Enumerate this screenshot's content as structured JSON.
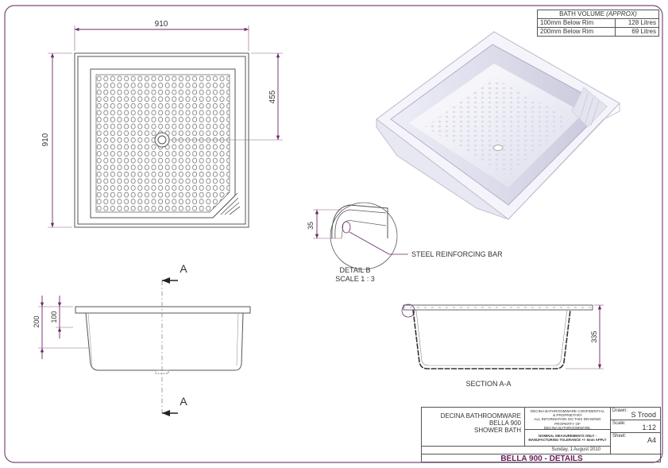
{
  "dimensions": {
    "top_width": "910",
    "left_height": "910",
    "right_half": "455",
    "side_200": "200",
    "side_100": "100",
    "detail_35": "35",
    "section_335": "335"
  },
  "section_markers": {
    "top": "A",
    "bottom": "A"
  },
  "detail": {
    "label": "DETAIL B",
    "scale": "SCALE 1 : 3",
    "callout": "STEEL REINFORCING BAR"
  },
  "section_label": "SECTION A-A",
  "volume_table": {
    "header": "BATH VOLUME",
    "header_approx": "(APPROX)",
    "rows": [
      {
        "label": "100mm Below Rim",
        "value": "128 Litres"
      },
      {
        "label": "200mm Below Rim",
        "value": "69 Litres"
      }
    ]
  },
  "title_block": {
    "company_lines": [
      "DECINA BATHROOMWARE",
      "BELLA 900",
      "SHOWER BATH"
    ],
    "confidential_lines": [
      "DECINA BATHROOMWARE CONFIDENTIAL",
      "& PROPRIETARY",
      "ALL INFORMATION ON THIS DRAWING",
      "PROPERTY OF",
      "DECINA BATHROOMWARE."
    ],
    "tolerance_lines": [
      "NOMINAL MEASUREMENTS ONLY -",
      "MANUFACTURING TOLERANCE +/- 5mm APPLY"
    ],
    "drawn_key": "Drawn:",
    "drawn_value": "S Trood",
    "scale_key": "Scale:",
    "scale_value": "1:12",
    "sheet_key": "Sheet:",
    "sheet_value": "A4",
    "date": "Sunday, 1 August 2010",
    "title": "BELLA 900 - DETAILS"
  },
  "colors": {
    "dimension": "#6a2a6a",
    "title": "#6a1a5a",
    "border": "#7a4a7a"
  }
}
